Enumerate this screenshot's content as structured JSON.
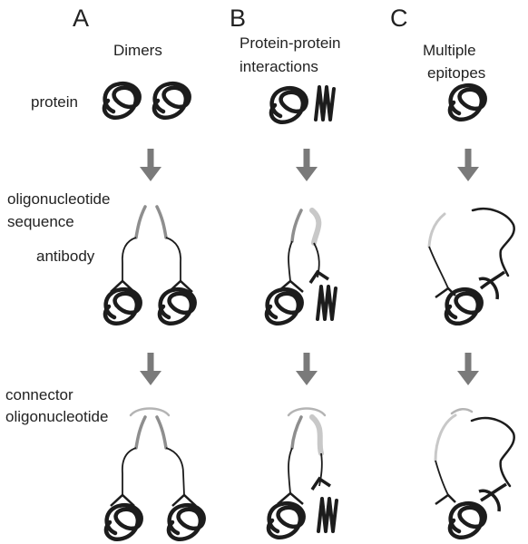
{
  "panels": [
    {
      "letter": "A",
      "title": [
        "Dimers"
      ]
    },
    {
      "letter": "B",
      "title": [
        "Protein-protein",
        "interactions"
      ]
    },
    {
      "letter": "C",
      "title": [
        "Multiple",
        "epitopes"
      ]
    }
  ],
  "labels": {
    "protein": "protein",
    "oligo": [
      "oligonucleotide",
      "sequence"
    ],
    "antibody": "antibody",
    "connector": [
      "connector",
      "oligonucleotide"
    ]
  },
  "colors": {
    "ink": "#1c1c1c",
    "arrow": "#7a7a7a",
    "oligo_grey": "#8e8e8e",
    "oligo_light": "#c8c8c8"
  }
}
